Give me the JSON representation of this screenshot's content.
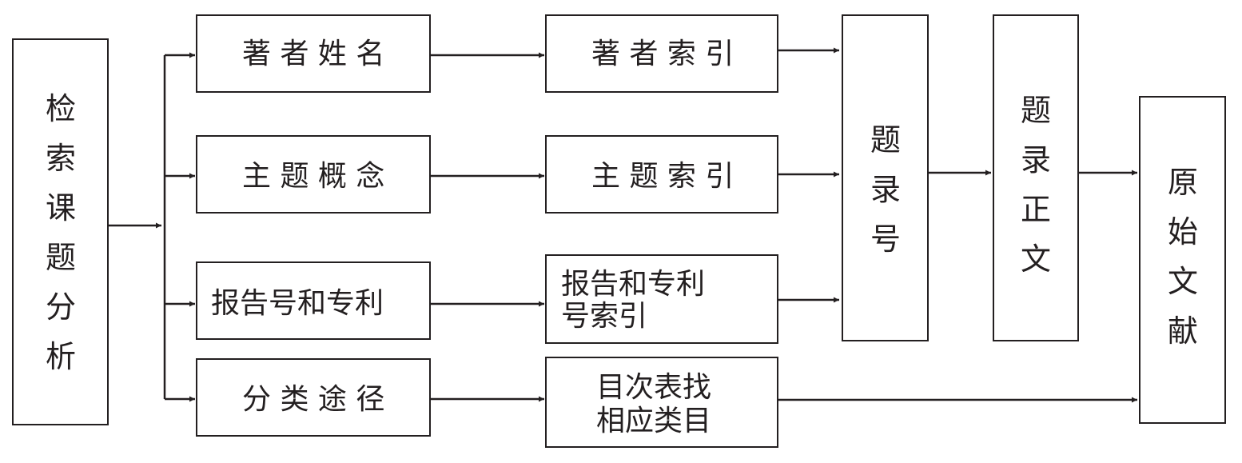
{
  "diagram": {
    "start": {
      "label": "检\n索\n课\n题\n分\n析"
    },
    "branches": [
      {
        "query": "著 者 姓 名",
        "index": "著 者 索 引"
      },
      {
        "query": "主 题 概 念",
        "index": "主 题 索 引"
      },
      {
        "query": "报告号和专利",
        "index": "报告和专利\n号索引"
      },
      {
        "query": "分 类 途 径",
        "index": "目次表找\n相应类目"
      }
    ],
    "record_number": {
      "label": "题\n录\n号"
    },
    "record_text": {
      "label": "题\n录\n正\n文"
    },
    "original": {
      "label": "原\n始\n文\n献"
    }
  },
  "colors": {
    "stroke": "#231f20",
    "background": "#ffffff"
  }
}
